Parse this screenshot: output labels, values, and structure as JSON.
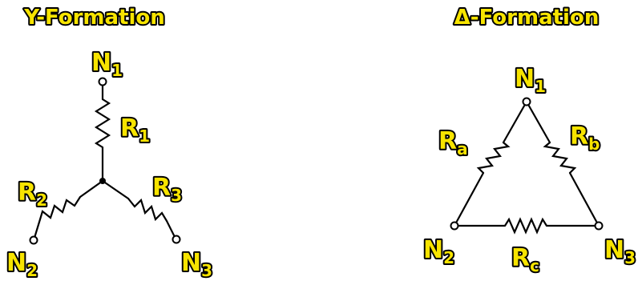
{
  "y_formation": {
    "title": "Y-Formation",
    "nodes": {
      "n1": {
        "main": "N",
        "sub": "1"
      },
      "n2": {
        "main": "N",
        "sub": "2"
      },
      "n3": {
        "main": "N",
        "sub": "3"
      }
    },
    "resistors": {
      "r1": {
        "main": "R",
        "sub": "1"
      },
      "r2": {
        "main": "R",
        "sub": "2"
      },
      "r3": {
        "main": "R",
        "sub": "3"
      }
    }
  },
  "delta_formation": {
    "title": "Δ-Formation",
    "nodes": {
      "n1": {
        "main": "N",
        "sub": "1"
      },
      "n2": {
        "main": "N",
        "sub": "2"
      },
      "n3": {
        "main": "N",
        "sub": "3"
      }
    },
    "resistors": {
      "ra": {
        "main": "R",
        "sub": "a"
      },
      "rb": {
        "main": "R",
        "sub": "b"
      },
      "rc": {
        "main": "R",
        "sub": "c"
      }
    }
  },
  "colors": {
    "label_fill": "#f7e400",
    "label_outline": "#000000",
    "wire": "#000000",
    "background": "#ffffff"
  }
}
